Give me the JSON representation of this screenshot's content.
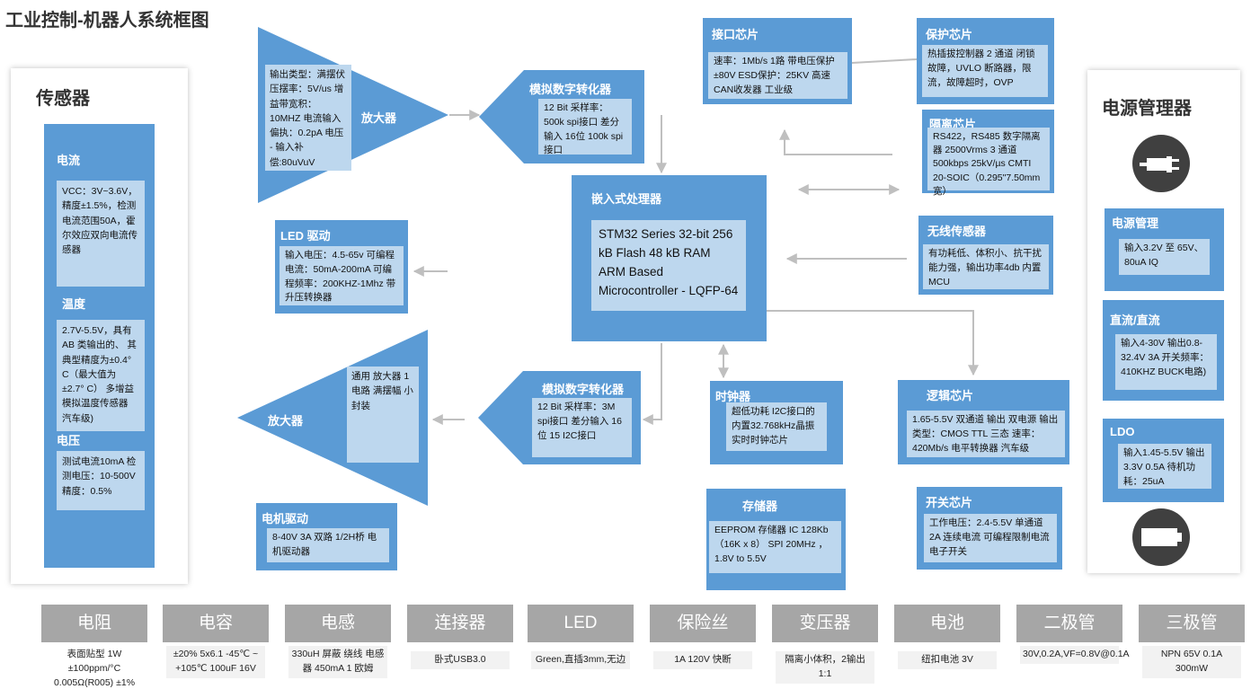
{
  "title": "工业控制-机器人系统框图",
  "sensors": {
    "title": "传感器",
    "current_label": "电流",
    "current_text": "VCC：3V~3.6V，精度±1.5%，检测电流范围50A，霍尔效应双向电流传感器",
    "temp_label": "温度",
    "temp_text": "2.7V-5.5V，具有AB 类输出的、 其典型精度为±0.4° C（最大值为 ±2.7° C） 多增益模拟温度传感器 汽车级)",
    "voltage_label": "电压",
    "voltage_text": "测试电流10mA 检测电压：10-500V 精度：0.5%"
  },
  "amp_top": {
    "label": "放大器",
    "text": "输出类型：满摆伏 压摆率：5V/us 增益带宽积：10MHZ 电流输入偏执：0.2pA 电压 - 输入补偿:80uVuV"
  },
  "amp_bottom": {
    "label": "放大器",
    "text": "通用 放大器 1 电路 满摆幅 小封装"
  },
  "adc_top": {
    "label": "模拟数字转化器",
    "text": "12 Bit 采样率：500k spi接口 差分输入 16位 100k spi接口"
  },
  "adc_bottom": {
    "label": "模拟数字转化器",
    "text": "12 Bit 采样率：3M spi接口 差分输入 16位 15 I2C接口"
  },
  "led_driver": {
    "title": "LED 驱动",
    "text": "输入电压：4.5-65v 可编程 电流：50mA-200mA 可编程频率：200KHZ-1Mhz 带升压转换器"
  },
  "motor_driver": {
    "title": "电机驱动",
    "text": "8-40V 3A 双路 1/2H桥 电机驱动器"
  },
  "mcu": {
    "title": "嵌入式处理器",
    "text": "STM32 Series 32-bit 256 kB Flash 48 kB RAM ARM Based Microcontroller - LQFP-64"
  },
  "interface_chip": {
    "title": "接口芯片",
    "text": "速率：1Mb/s 1路 带电压保护±80V ESD保护：25KV 高速CAN收发器 工业级"
  },
  "protect_chip": {
    "title": "保护芯片",
    "text": "热插拔控制器 2 通道 闭锁故障，UVLO 断路器，限流，故障超时，OVP"
  },
  "isolation_chip": {
    "title": "隔离芯片",
    "text": "RS422，RS485 数字隔离器 2500Vrms 3 通道 500kbps 25kV/µs CMTI 20-SOIC（0.295\"7.50mm 宽）"
  },
  "wireless": {
    "title": "无线传感器",
    "text": "有功耗低、体积小、抗干扰能力强，输出功率4db 内置MCU"
  },
  "clock_chip": {
    "title": "时钟器",
    "text": "超低功耗 I2C接口的内置32.768kHz晶振 实时时钟芯片"
  },
  "logic_chip": {
    "title": "逻辑芯片",
    "text": "1.65-5.5V 双通道 输出 双电源 输出类型：CMOS TTL 三态 速率：420Mb/s 电平转换器 汽车级"
  },
  "storage": {
    "title": "存储器",
    "text": "EEPROM 存储器 IC 128Kb（16K x 8） SPI 20MHz ，1.8V to 5.5V"
  },
  "switch_chip": {
    "title": "开关芯片",
    "text": "工作电压：2.4-5.5V 单通道2A 连续电流 可编程限制电流 电子开关"
  },
  "power": {
    "title": "电源管理器",
    "pm_label": "电源管理",
    "pm_text": "输入3.2V 至 65V、80uA IQ",
    "dcdc_label": "直流/直流",
    "dcdc_text": "输入4-30V 输出0.8-32.4V 3A 开关频率：410KHZ BUCK电路)",
    "ldo_label": "LDO",
    "ldo_text": "输入1.45-5.5V 输出 3.3V 0.5A 待机功耗：25uA",
    "plug_icon": "power-plug-icon",
    "battery_icon": "battery-icon"
  },
  "components": [
    {
      "name": "电阻",
      "desc": "表面贴型 1W ±100ppm/°C 0.005Ω(R005) ±1%"
    },
    {
      "name": "电容",
      "desc": "±20% 5x6.1 -45℃ ~ +105℃ 100uF 16V"
    },
    {
      "name": "电感",
      "desc": "330uH 屏蔽 绕线 电感器 450mA 1 欧姆"
    },
    {
      "name": "连接器",
      "desc": "卧式USB3.0"
    },
    {
      "name": "LED",
      "desc": "Green,直插3mm,无边"
    },
    {
      "name": "保险丝",
      "desc": "1A 120V 快断"
    },
    {
      "name": "变压器",
      "desc": "隔离小体积，2输出1:1"
    },
    {
      "name": "电池",
      "desc": "纽扣电池 3V"
    },
    {
      "name": "二极管",
      "desc": "30V,0.2A,VF=0.8V@0.1A"
    },
    {
      "name": "三极管",
      "desc": "NPN 65V 0.1A 300mW"
    }
  ],
  "colors": {
    "block_blue": "#5b9bd5",
    "inner_blue": "#bdd7ee",
    "component_gray": "#a6a6a6",
    "arrow_gray": "#bfbfbf"
  }
}
